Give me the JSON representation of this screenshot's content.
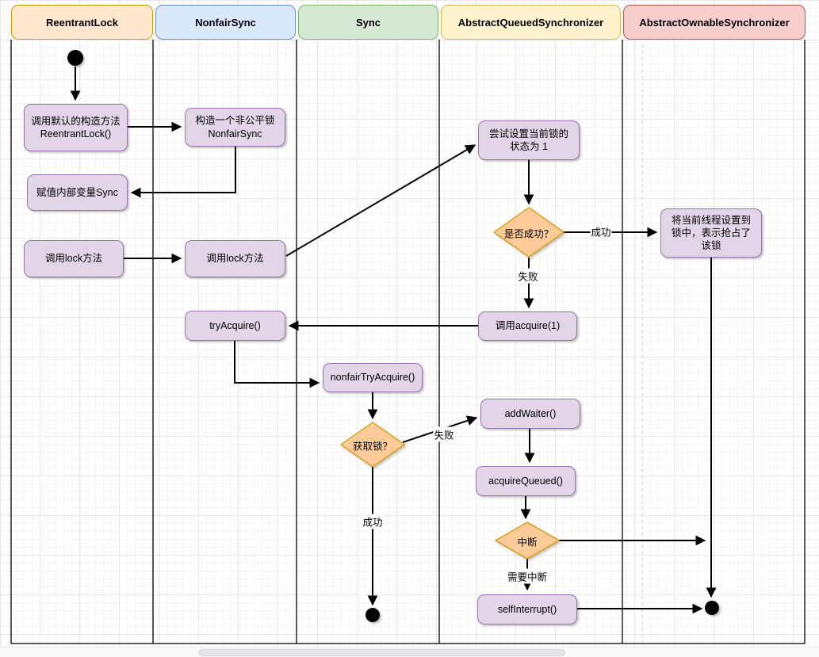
{
  "diagram": {
    "lanes": [
      {
        "label": "ReentrantLock",
        "fill": "#ffe6cc",
        "border": "#d79b00"
      },
      {
        "label": "NonfairSync",
        "fill": "#dae8fc",
        "border": "#6c8ebf"
      },
      {
        "label": "Sync",
        "fill": "#d5e8d4",
        "border": "#82b366"
      },
      {
        "label": "AbstractQueuedSynchronizer",
        "fill": "#fff2cc",
        "border": "#d6b656"
      },
      {
        "label": "AbstractOwnableSynchronizer",
        "fill": "#f8cecc",
        "border": "#b85450"
      }
    ],
    "nodes": {
      "ctor": {
        "line1": "调用默认的构造方法",
        "line2": "ReentrantLock()"
      },
      "assign_sync": {
        "line1": "赋值内部变量Sync"
      },
      "call_lock_rl": {
        "line1": "调用lock方法"
      },
      "new_nonfairsync": {
        "line1": "构造一个非公平锁",
        "line2": "NonfairSync"
      },
      "call_lock_nfs": {
        "line1": "调用lock方法"
      },
      "try_acquire": {
        "line1": "tryAcquire()"
      },
      "nonfair_try_acquire": {
        "line1": "nonfairTryAcquire()"
      },
      "try_set_state": {
        "line1": "尝试设置当前锁的",
        "line2": "状态为 1"
      },
      "call_acquire": {
        "line1": "调用acquire(1)"
      },
      "add_waiter": {
        "line1": "addWaiter()"
      },
      "acquire_queued": {
        "line1": "acquireQueued()"
      },
      "self_interrupt": {
        "line1": "selfInterrupt()"
      },
      "set_thread": {
        "line1": "将当前线程设置到",
        "line2": "锁中，表示抢占了",
        "line3": "该锁"
      }
    },
    "decisions": {
      "is_success": "是否成功？",
      "got_lock": "获取锁？",
      "interrupted": "中断"
    },
    "edge_labels": {
      "cas_success": "成功",
      "cas_fail": "失败",
      "lock_fail": "失败",
      "lock_success": "成功",
      "need_interrupt": "需要中断"
    },
    "colors": {
      "node_fill": "#e1d5e7",
      "node_border": "#9673a6",
      "decision_fill": "#ffcc99",
      "decision_border": "#d79b00",
      "edge_stroke": "#000000"
    }
  }
}
